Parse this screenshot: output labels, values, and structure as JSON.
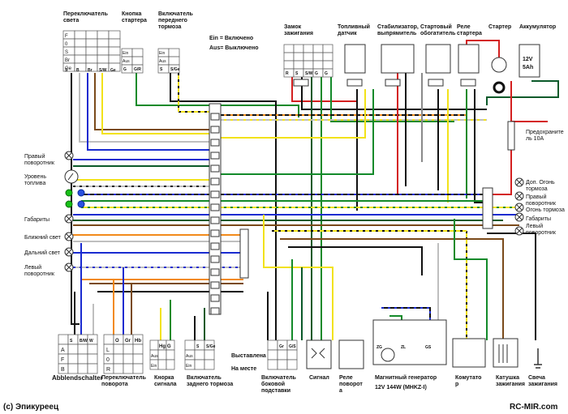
{
  "top_labels": {
    "light_switch": "Переключатель\nсвета",
    "starter_button": "Кнопка\nстартера",
    "front_brake_switch": "Включатель\nпереднего\nтормоза",
    "legend_ein": "Ein = Включено",
    "legend_aus": "Aus= Выключено",
    "ignition_lock": "Замок\nзажигания",
    "fuel_sensor": "Топливный\nдатчик",
    "stabilizer_rectifier": "Стабилизатор,\nвыпрямитель",
    "starter_enricher": "Стартовый\nобогатитель",
    "starter_relay": "Реле\nстартера",
    "starter": "Стартер",
    "battery": "Аккумулятор"
  },
  "battery_text": {
    "voltage": "12V",
    "capacity": "5Ah"
  },
  "fuse_label": "Предохраните\nль 10А",
  "left_labels": {
    "right_turn": "Правый\nповоротник",
    "fuel_level": "Уровень\nтоплива",
    "parking": "Габариты",
    "high_beam": "Ближний свет",
    "low_beam": "Дальний свет",
    "left_turn": "Левый\nповоротник"
  },
  "right_labels": {
    "plate_light": "Доп. Огонь\nтормоза",
    "right_turn": "Правый\nповоротник",
    "brake_light": "Огонь тормоза",
    "parking": "Габариты",
    "left_turn": "Левый\nповоротник"
  },
  "bottom_labels": {
    "abblend": "Abblendschalter",
    "turn_switch": "Переключатель\nповорота",
    "horn_button": "Кнорка\nсигнала",
    "rear_brake_switch": "Включатель\nзаднего тормоза",
    "kickstand_switch": "Включатель\nбоковой\nподставки",
    "extended": "Выставлена",
    "in_place": "На месте",
    "horn": "Сигнал",
    "turn_relay": "Реле\nповорот\nа",
    "magneto": "Магнитный генератор",
    "magneto_spec": "12V 144W (MHKZ-I)",
    "commutator": "Комутато\nр",
    "ignition_coil": "Катушка\nзажигания",
    "spark_plug": "Свеча\nзажигания"
  },
  "connector_cells": {
    "light_switch_rows": [
      "F",
      "0",
      "S",
      "Br",
      "Ge"
    ],
    "light_switch_letters": [
      "S",
      "B",
      "Br",
      "S/W",
      "Ge"
    ],
    "starter_button_rows": [
      "Ein",
      "Aus"
    ],
    "starter_button_letters": [
      "G",
      "G/R"
    ],
    "front_brake_rows": [
      "Ein",
      "Aus"
    ],
    "front_brake_letters": [
      "S",
      "S/Ge"
    ],
    "ignition_letters": [
      "R",
      "S",
      "S/W",
      "G",
      "G"
    ],
    "turn_switch_header": [
      "O",
      "Gr",
      "Hb"
    ],
    "turn_switch_rows": [
      "L",
      "0",
      "R"
    ],
    "abblend_header": [
      "S",
      "B/W",
      "W"
    ],
    "abblend_rows": [
      "A",
      "F",
      "B"
    ],
    "horn_letters": [
      "Hg",
      "G"
    ],
    "horn_rows": [
      "Aus",
      "Ein"
    ],
    "rear_brake_letters": [
      "S",
      "S/Ge"
    ],
    "rear_brake_rows": [
      "Aus",
      "Ein"
    ],
    "kickstand_letters": [
      "Gr",
      "G/S"
    ],
    "magneto_letters": [
      "ZG",
      "ZL",
      "GS"
    ]
  },
  "footer": {
    "left": "(c) Эпикуреец",
    "right": "RC-MIR.com"
  },
  "wire_colors": {
    "black": "#111111",
    "red": "#d42020",
    "green": "#138a2a",
    "blue": "#1a2bd0",
    "yellow": "#f2e21a",
    "brown": "#7a4a1a",
    "orange": "#f28a1a",
    "white": "#bfbfbf",
    "gray": "#8a8a8a",
    "darkgreen": "#0b5a2a"
  }
}
